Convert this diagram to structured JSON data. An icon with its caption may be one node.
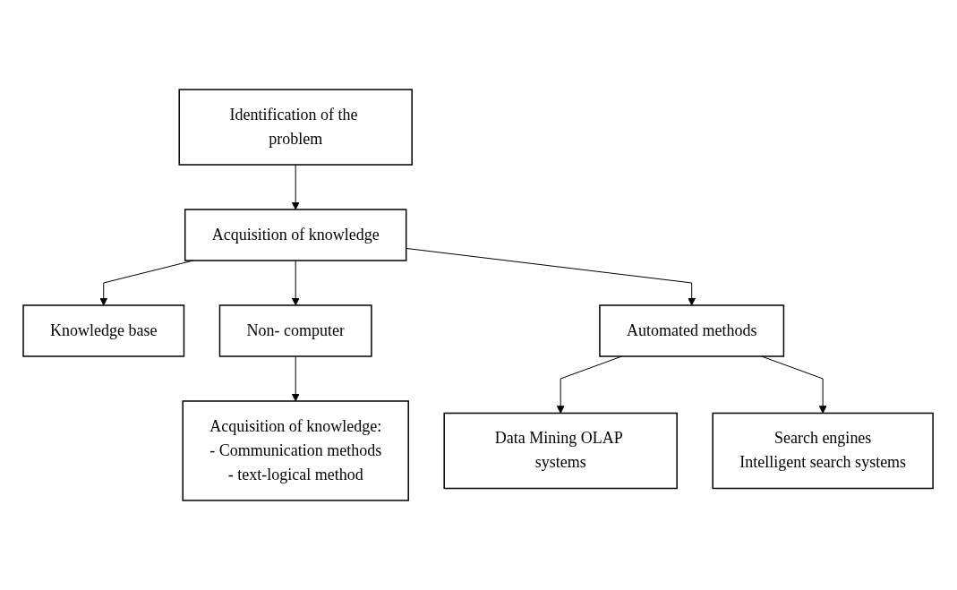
{
  "diagram": {
    "nodes": [
      {
        "text": [
          "Identification of the problem"
        ]
      },
      {
        "text": [
          "Acquisition of knowledge"
        ]
      },
      {
        "text": [
          "Knowledge base"
        ]
      },
      {
        "text": [
          "Non- computer"
        ]
      },
      {
        "text": [
          "Automated methods"
        ]
      },
      {
        "text": [
          "Acquisition of knowledge:",
          "- Communication methods",
          "- text-logical method"
        ]
      },
      {
        "text": [
          "Data Mining OLAP systems"
        ]
      },
      {
        "text": [
          "Search engines",
          "Intelligent search systems"
        ]
      }
    ],
    "edges": [
      {
        "from": 0,
        "to": 1,
        "arrow": "to"
      },
      {
        "from": 1,
        "to": 2,
        "arrow": "to"
      },
      {
        "from": 1,
        "to": 3,
        "arrow": "to"
      },
      {
        "from": 1,
        "to": 4,
        "arrow": "to"
      },
      {
        "from": 3,
        "to": 5,
        "arrow": "to"
      },
      {
        "from": 4,
        "to": 6,
        "arrow": "to"
      },
      {
        "from": 4,
        "to": 7,
        "arrow": "to"
      }
    ]
  }
}
